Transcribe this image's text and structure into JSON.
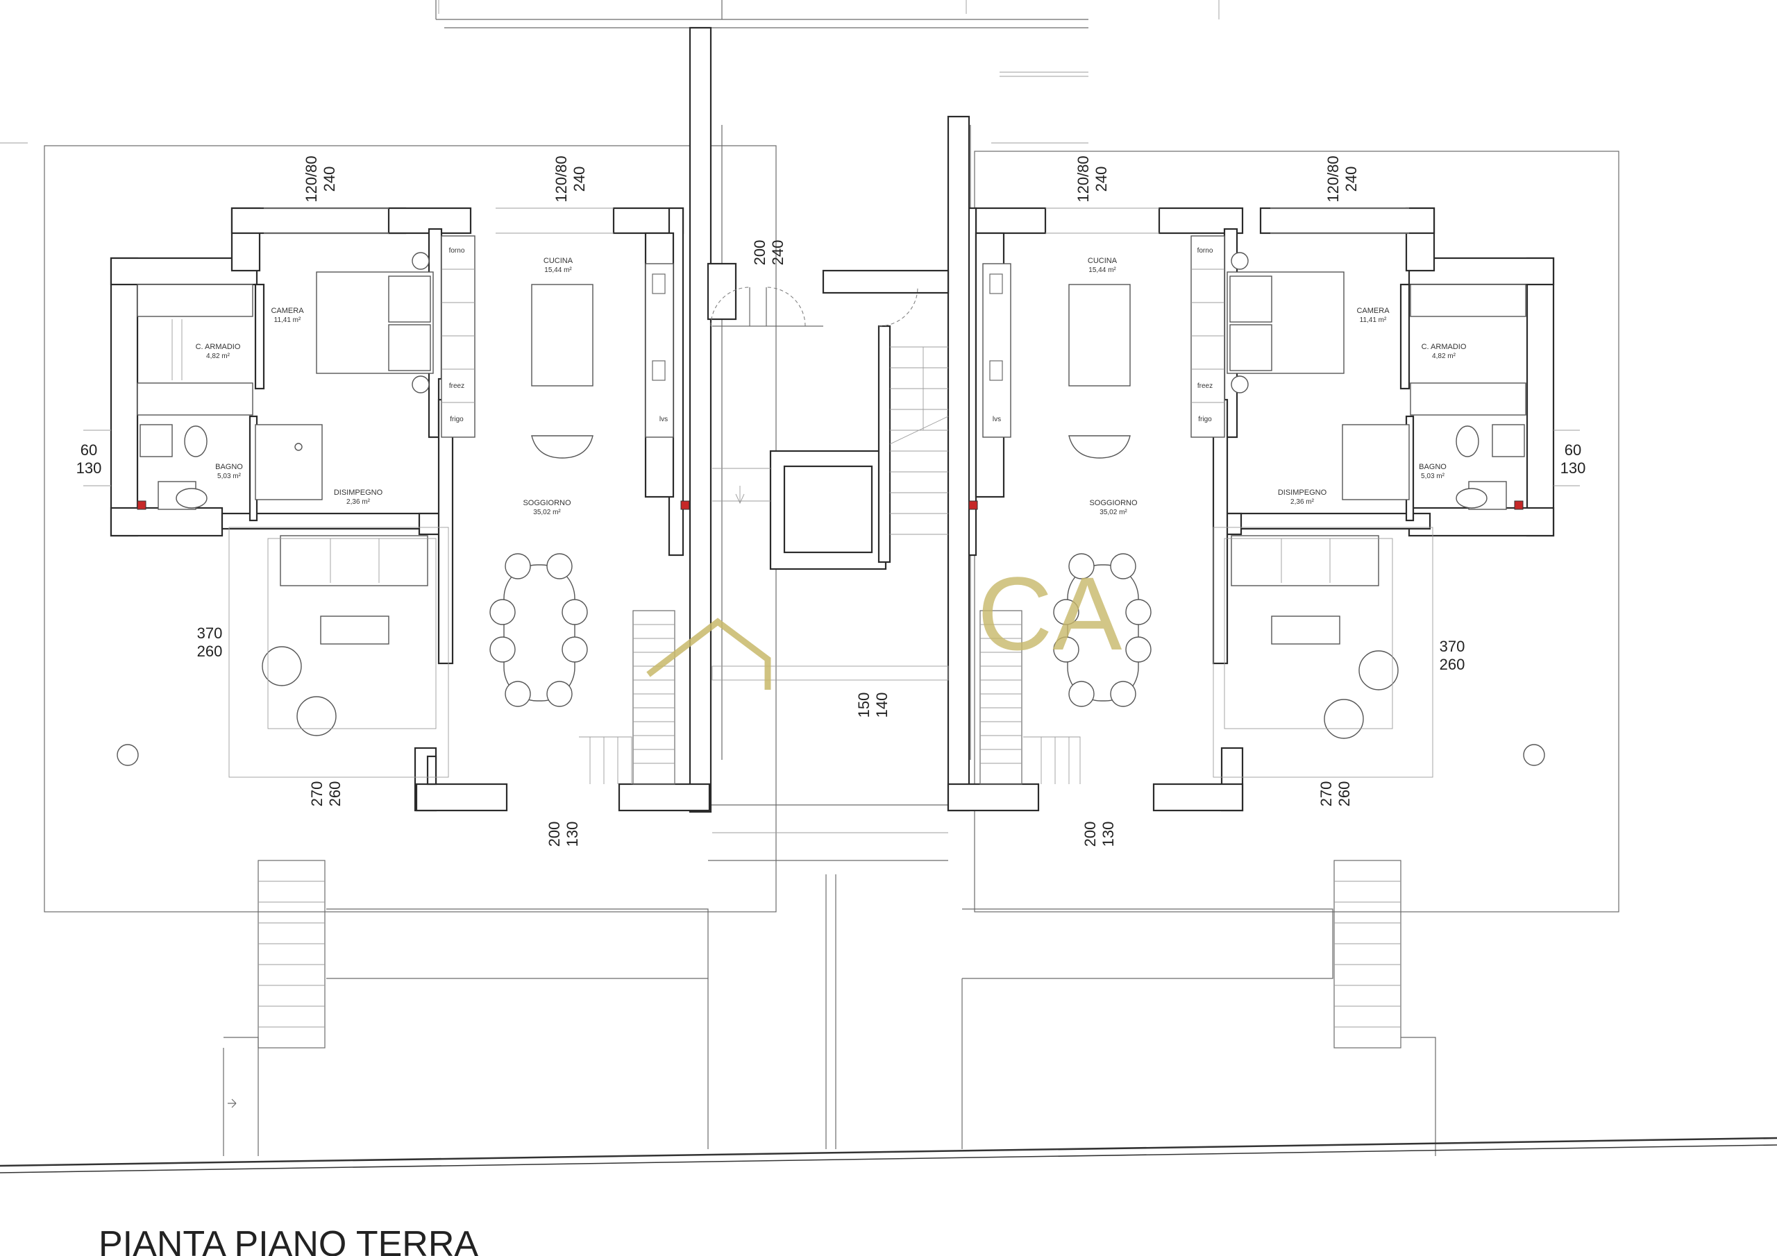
{
  "title": "PIANTA PIANO TERRA",
  "watermark": {
    "text": "CA",
    "color": "#c8b86a"
  },
  "rooms_left": [
    {
      "id": "camera",
      "name": "CAMERA",
      "area": "11,41 m²"
    },
    {
      "id": "armadio",
      "name": "C. ARMADIO",
      "area": "4,82 m²"
    },
    {
      "id": "cucina",
      "name": "CUCINA",
      "area": "15,44 m²"
    },
    {
      "id": "bagno",
      "name": "BAGNO",
      "area": "5,03 m²"
    },
    {
      "id": "disimpegno",
      "name": "DISIMPEGNO",
      "area": "2,36 m²"
    },
    {
      "id": "soggiorno",
      "name": "SOGGIORNO",
      "area": "35,02 m²"
    }
  ],
  "rooms_right": [
    {
      "id": "camera",
      "name": "CAMERA",
      "area": "11,41 m²"
    },
    {
      "id": "armadio",
      "name": "C. ARMADIO",
      "area": "4,82 m²"
    },
    {
      "id": "cucina",
      "name": "CUCINA",
      "area": "15,44 m²"
    },
    {
      "id": "bagno",
      "name": "BAGNO",
      "area": "5,03 m²"
    },
    {
      "id": "disimpegno",
      "name": "DISIMPEGNO",
      "area": "2,36 m²"
    },
    {
      "id": "soggiorno",
      "name": "SOGGIORNO",
      "area": "35,02 m²"
    }
  ],
  "appliances": {
    "forno": "forno",
    "freez": "freez",
    "frigo": "frigo",
    "lvs": "lvs"
  },
  "dimensions": {
    "win_camera": [
      "120/80",
      "240"
    ],
    "win_cucina": [
      "120/80",
      "240"
    ],
    "entrance": [
      "200",
      "240"
    ],
    "bagno_win": [
      "60",
      "130"
    ],
    "living_side": [
      "370",
      "260"
    ],
    "front_left": [
      "270",
      "260"
    ],
    "front_door": [
      "200",
      "130"
    ],
    "center_gap": [
      "150",
      "140"
    ]
  }
}
